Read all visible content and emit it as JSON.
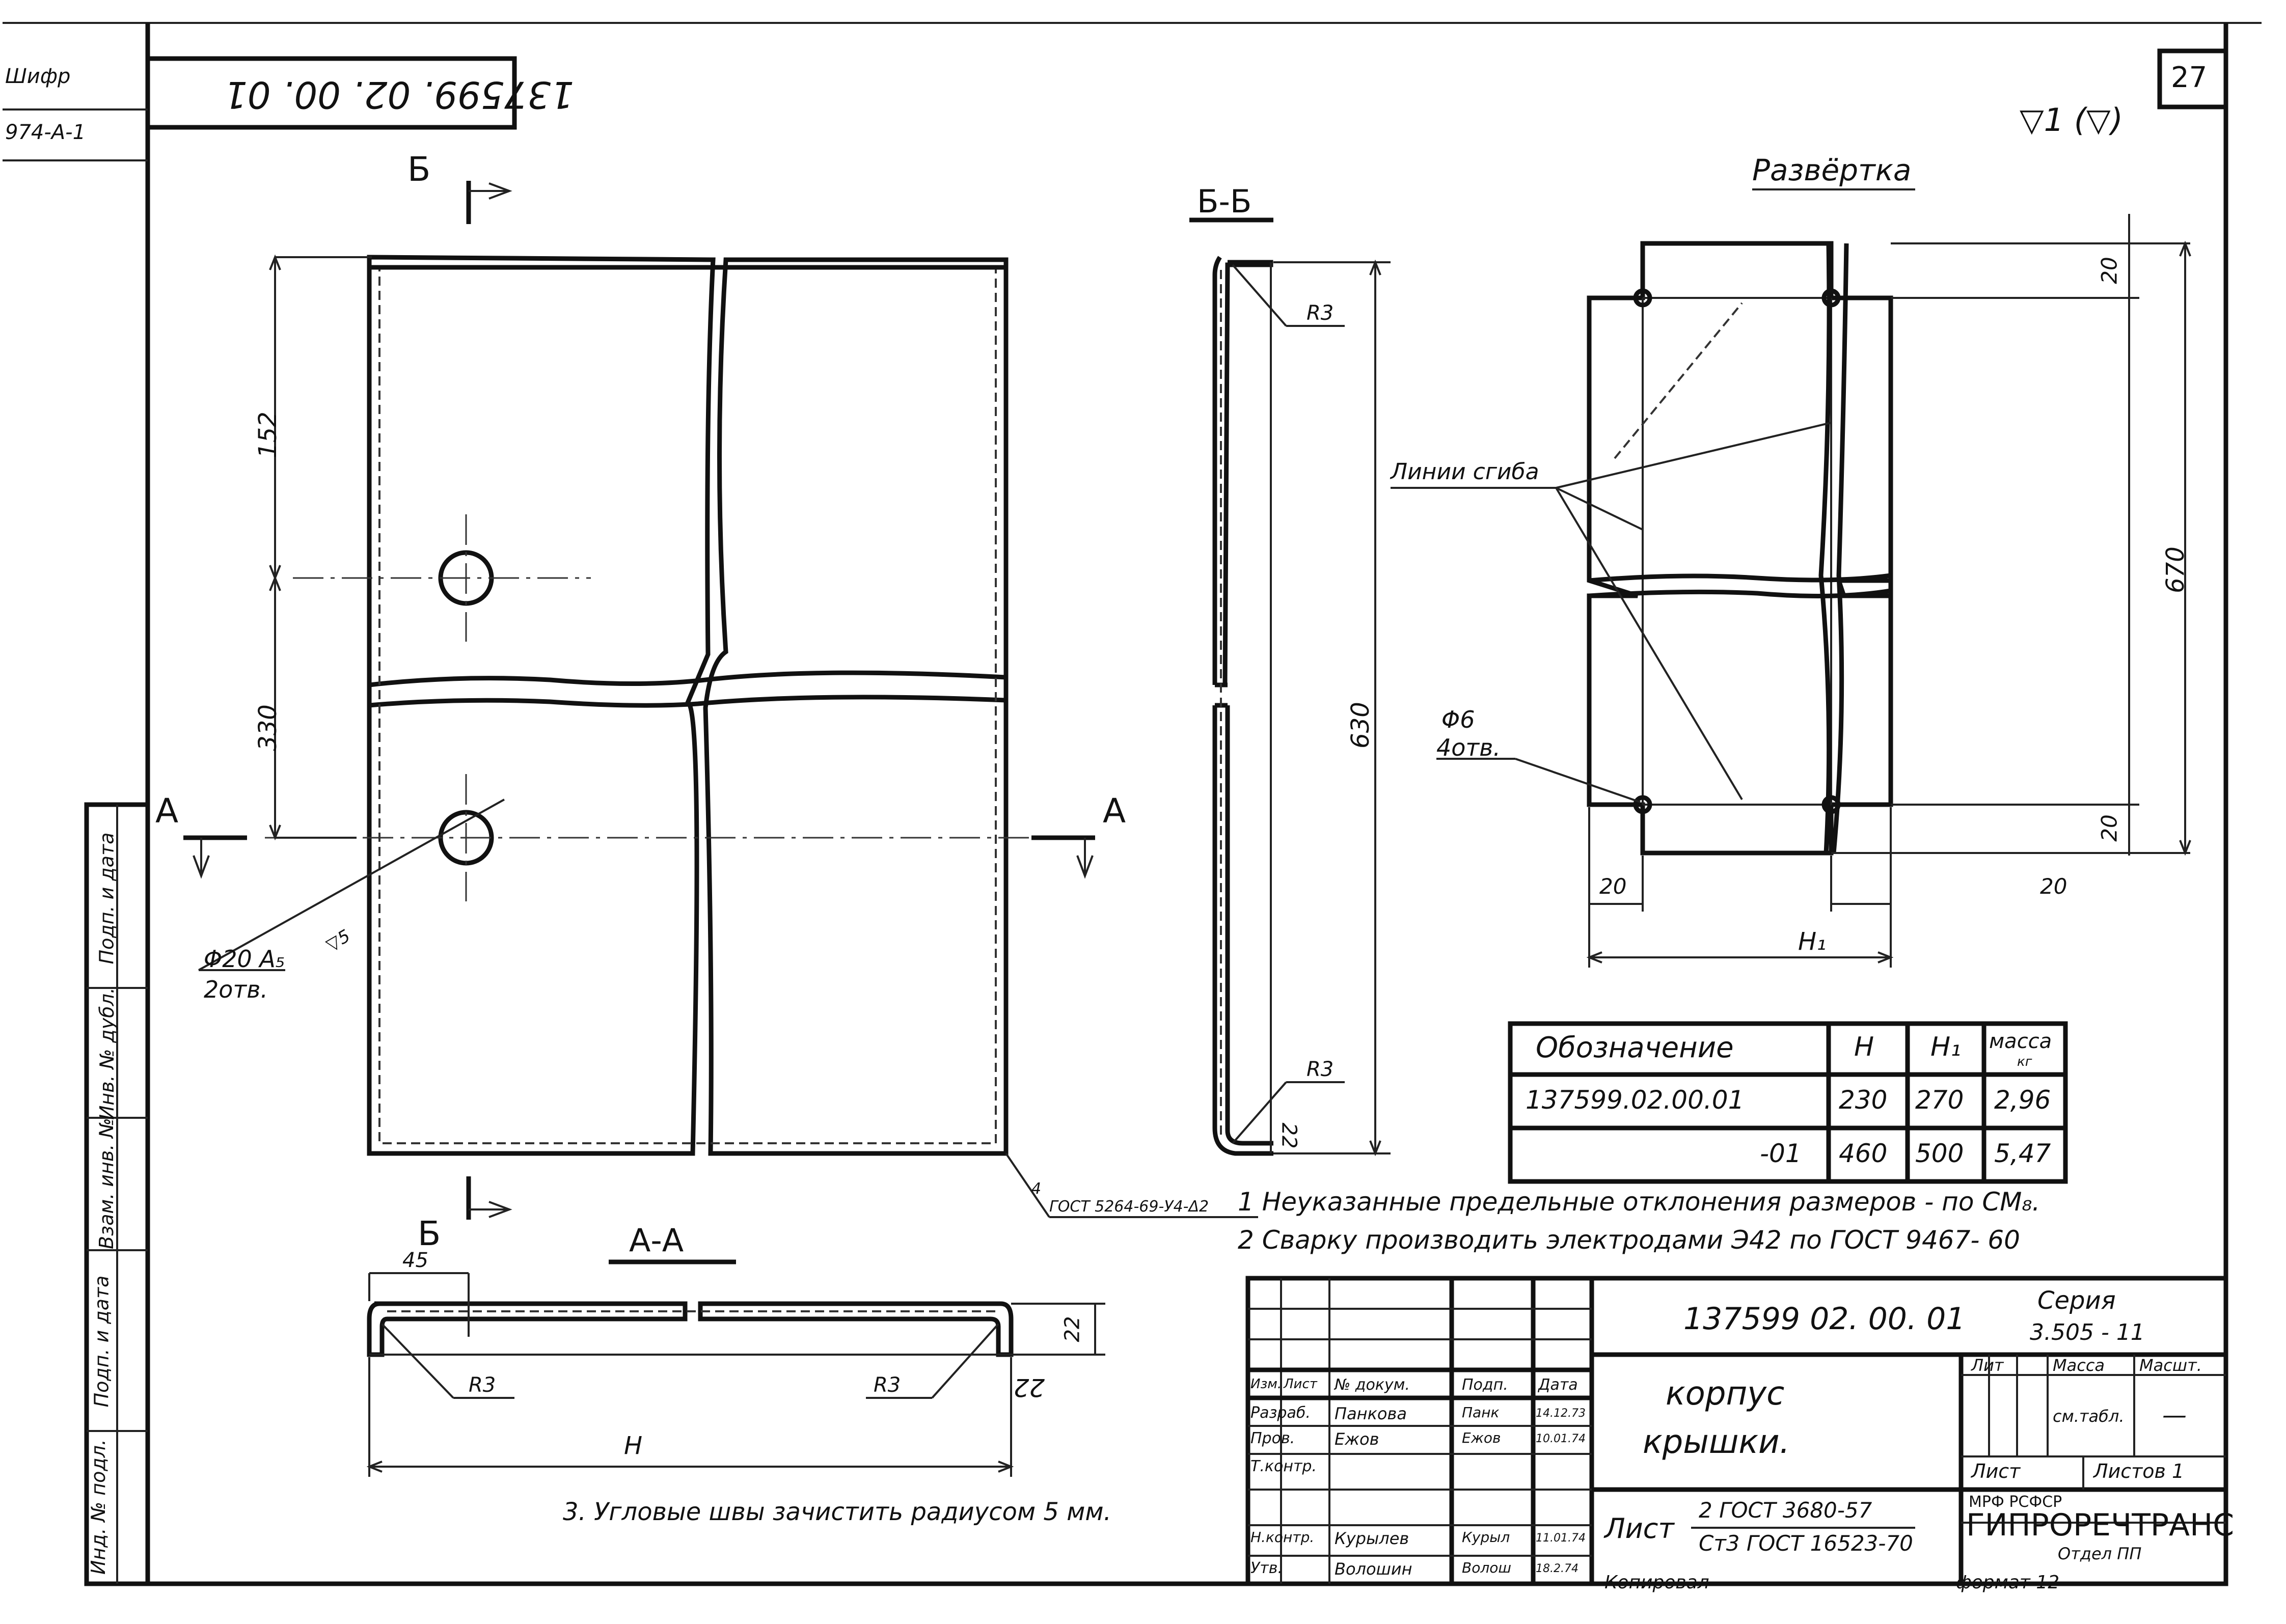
{
  "sheet_number": "27",
  "roughness_mark": "▽1 (▽)",
  "margin": {
    "cipher_label": "Шифр",
    "cipher_value": "974-А-1",
    "inverted_code": "137599. 02. 00. 01",
    "side_labels": [
      "Инд. № подл.",
      "Подп. и дата",
      "Взам. инв. №",
      "Инв. № дубл.",
      "Подп. и дата"
    ]
  },
  "front_view": {
    "section_mark_b_top": "Б",
    "section_mark_b_bottom": "Б",
    "section_mark_a_left": "А",
    "section_mark_a_right": "А",
    "dim_top": "152",
    "dim_bottom": "330",
    "hole_note_line1": "Φ20 A₅",
    "hole_note_line2": "2отв.",
    "hole_roughness": "▽5",
    "weld_note": "ГОСТ 5264-69-У4-Δ2",
    "weld_leg": "4"
  },
  "section_bb": {
    "title": "Б-Б",
    "radius_top": "R3",
    "radius_bottom": "R3",
    "height_dim": "630",
    "side_dim": "22"
  },
  "section_aa": {
    "title": "А-А",
    "dim_45": "45",
    "radius_left": "R3",
    "radius_right": "R3",
    "side_dim_right": "22",
    "height_dim": "22",
    "width_dim": "H"
  },
  "development": {
    "title": "Развёртка",
    "fold_lines_label": "Линии сгиба",
    "holes_label_line1": "Φ6",
    "holes_label_line2": "4отв.",
    "dim_top_right": "20",
    "dim_bottom_right": "20",
    "dim_height": "670",
    "dim_left": "20",
    "dim_right": "20",
    "dim_width": "H₁"
  },
  "table": {
    "headers": [
      "Обозначение",
      "H",
      "H₁",
      "масса",
      "кг"
    ],
    "rows": [
      {
        "designation": "137599.02.00.01",
        "h": "230",
        "h1": "270",
        "mass": "2,96"
      },
      {
        "designation": "-01",
        "h": "460",
        "h1": "500",
        "mass": "5,47"
      }
    ]
  },
  "notes": [
    "1  Неуказанные предельные отклонения размеров - по  СМ₈.",
    "2  Сварку  производить  электродами Э42  по  ГОСТ 9467- 60"
  ],
  "note3": "3.  Угловые  швы  зачистить  радиусом  5 мм.",
  "title_block": {
    "drawing_number": "137599  02. 00. 01",
    "series_label": "Серия",
    "series_value": "3.505 - 11",
    "part_name_line1": "корпус",
    "part_name_line2": "крышки.",
    "lit_label": "Лит",
    "mass_label": "Масса",
    "scale_label": "Масшт.",
    "mass_value": "см.табл.",
    "scale_value": "—",
    "sheet_label": "Лист",
    "sheets_label": "Листов 1",
    "material_prefix": "Лист",
    "material_top": "2 ГОСТ 3680-57",
    "material_bottom": "Ст3 ГОСТ 16523-70",
    "org_line1": "МРФ    РСФСР",
    "org_name": "ГИПРОРЕЧТРАНС",
    "org_dept": "Отдел ПП",
    "copied_label": "Копировал",
    "format_label": "формат 12",
    "col_headers": [
      "Изм.",
      "Лист",
      "№ докум.",
      "Подп.",
      "Дата"
    ],
    "rows": [
      {
        "role": "Разраб.",
        "name": "Панкова",
        "sign": "Панк",
        "date": "14.12.73"
      },
      {
        "role": "Пров.",
        "name": "Ежов",
        "sign": "Ежов",
        "date": "10.01.74"
      },
      {
        "role": "Т.контр.",
        "name": "",
        "sign": "",
        "date": ""
      },
      {
        "role": "Н.контр.",
        "name": "Курылев",
        "sign": "Курыл",
        "date": "11.01.74"
      },
      {
        "role": "Утв.",
        "name": "Волошин",
        "sign": "Волош",
        "date": "18.2.74"
      }
    ]
  }
}
